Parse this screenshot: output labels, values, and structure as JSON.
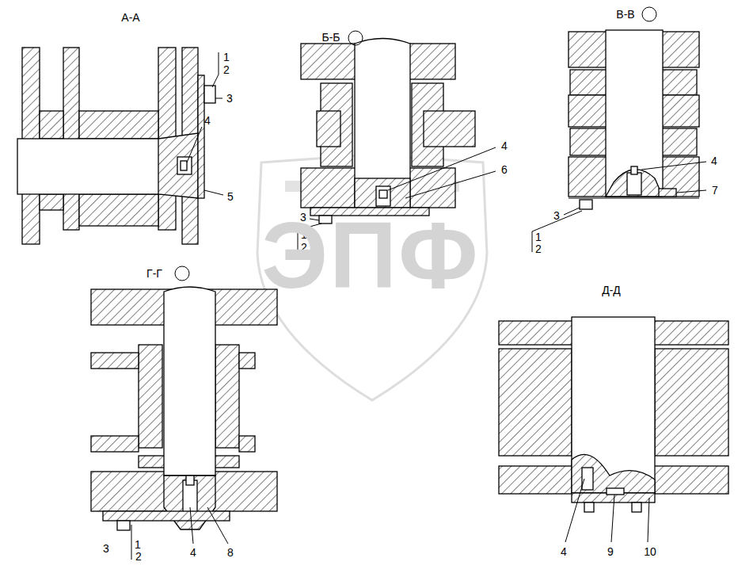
{
  "diagram": {
    "labels": [
      "А-А",
      "1",
      "2",
      "3",
      "4",
      "5",
      "Б-Б",
      "4",
      "6",
      "3",
      "1",
      "2",
      "В-В",
      "4",
      "7",
      "3",
      "1",
      "2",
      "Г-Г",
      "3",
      "1",
      "2",
      "4",
      "8",
      "Д-Д",
      "4",
      "9",
      "10",
      "ЭПФ"
    ]
  }
}
